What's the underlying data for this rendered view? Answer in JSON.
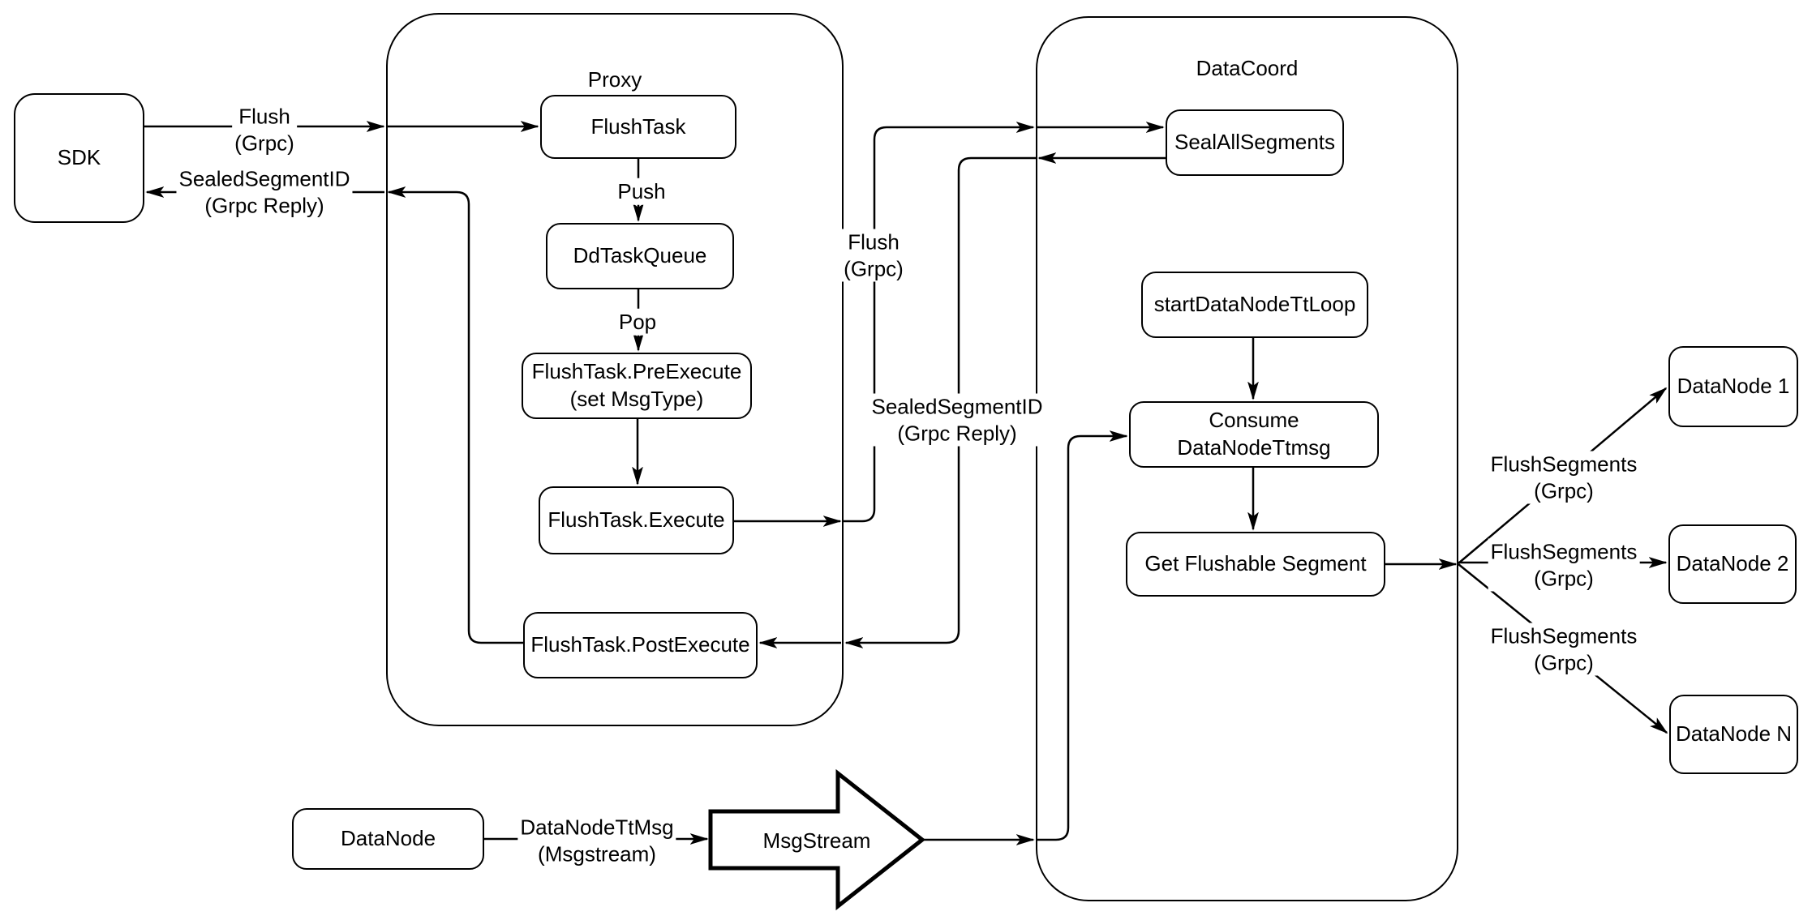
{
  "colors": {
    "stroke": "#000000",
    "background": "#ffffff"
  },
  "containers": {
    "proxy": {
      "label": "Proxy"
    },
    "datacoord": {
      "label": "DataCoord"
    }
  },
  "nodes": {
    "sdk": {
      "label": "SDK"
    },
    "flushtask": {
      "label": "FlushTask"
    },
    "ddtaskqueue": {
      "label": "DdTaskQueue"
    },
    "preexecute": {
      "label": "FlushTask.PreExecute\n(set MsgType)"
    },
    "execute": {
      "label": "FlushTask.Execute"
    },
    "postexecute": {
      "label": "FlushTask.PostExecute"
    },
    "sealallsegments": {
      "label": "SealAllSegments"
    },
    "startdatanodettloop": {
      "label": "startDataNodeTtLoop"
    },
    "consumedatanodettmsg": {
      "label": "Consume DataNodeTtmsg"
    },
    "getflushablesegment": {
      "label": "Get Flushable Segment"
    },
    "datanode1": {
      "label": "DataNode 1"
    },
    "datanode2": {
      "label": "DataNode 2"
    },
    "datanoden": {
      "label": "DataNode N"
    },
    "datanode": {
      "label": "DataNode"
    },
    "msgstream": {
      "label": "MsgStream"
    }
  },
  "edge_labels": {
    "flush_grpc_sdk": "Flush\n(Grpc)",
    "sealed_reply_sdk": "SealedSegmentID\n(Grpc Reply)",
    "push": "Push",
    "pop": "Pop",
    "flush_grpc_mid": "Flush\n(Grpc)",
    "sealed_reply_mid": "SealedSegmentID\n(Grpc Reply)",
    "flushsegments_1": "FlushSegments\n(Grpc)",
    "flushsegments_2": "FlushSegments\n(Grpc)",
    "flushsegments_n": "FlushSegments\n(Grpc)",
    "datanodettmsg": "DataNodeTtMsg\n(Msgstream)"
  }
}
